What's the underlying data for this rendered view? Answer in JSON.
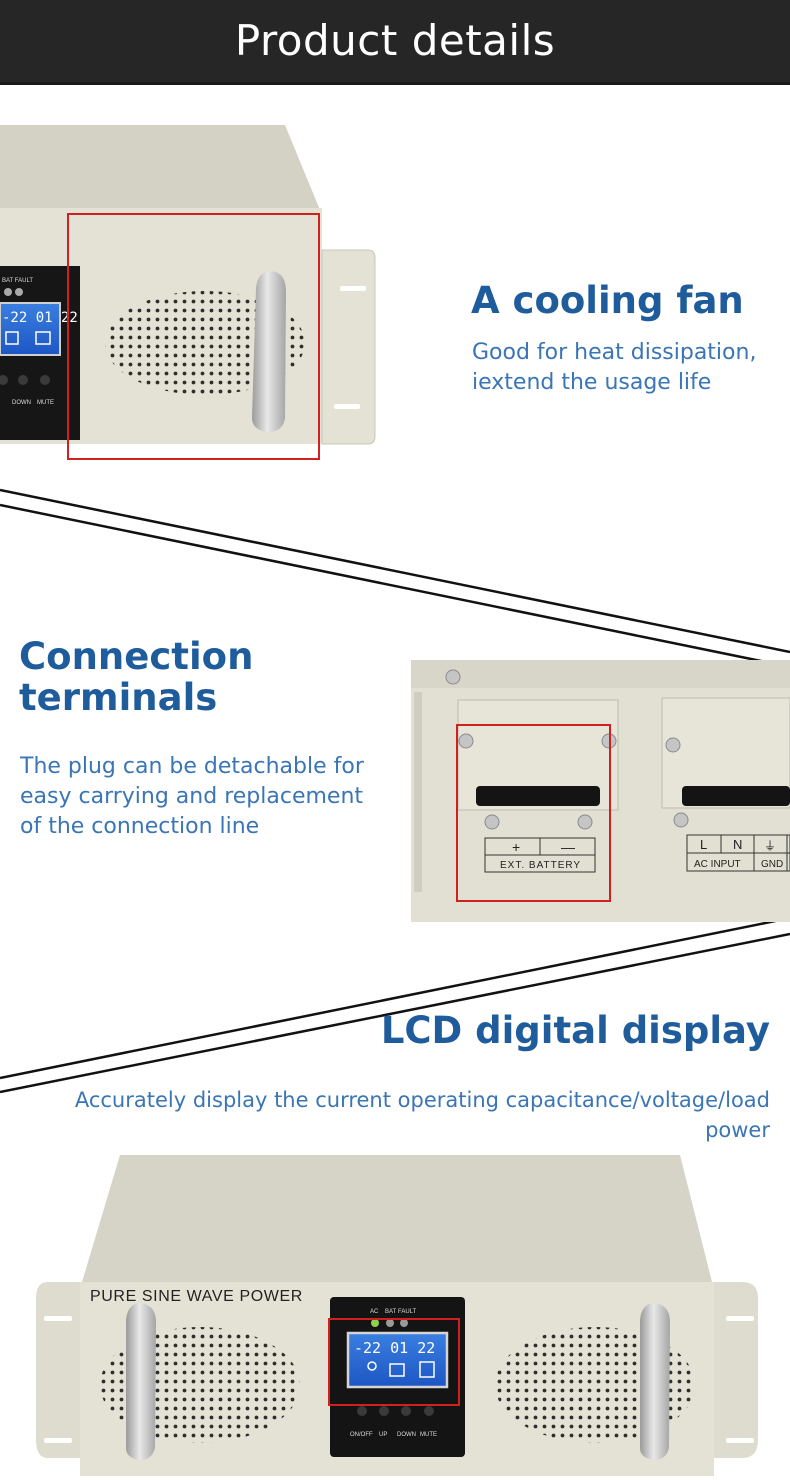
{
  "header": {
    "title": "Product details"
  },
  "sections": [
    {
      "title": "A cooling fan",
      "desc_line1": "Good for heat dissipation,",
      "desc_line2": "iextend the usage life"
    },
    {
      "title_line1": "Connection",
      "title_line2": "terminals",
      "desc_line1": "The plug can be detachable for",
      "desc_line2": "easy carrying and replacement",
      "desc_line3": "of the connection line"
    },
    {
      "title": "LCD digital display",
      "desc_line1": "Accurately display the current operating capacitance/voltage/load",
      "desc_line2": "power"
    }
  ],
  "device": {
    "brand_label": "PURE SINE WAVE POWER",
    "indicators": [
      "AC",
      "BAT",
      "FAULT"
    ],
    "buttons": [
      "ON/OFF",
      "UP",
      "DOWN",
      "MUTE"
    ],
    "lcd_reading": "-22 01 22",
    "lcd_reading_short": "-22"
  },
  "terminals": {
    "plus": "+",
    "minus": "—",
    "battery_label": "EXT. BATTERY",
    "l_label": "L",
    "n_label": "N",
    "ac_input_label": "AC INPUT",
    "gnd_label": "GND",
    "gnd_symbol": "⏚"
  },
  "colors": {
    "header_bg": "#262626",
    "heading_blue": "#1f5c9c",
    "text_blue": "#3a75b5",
    "highlight_red": "#d21f1f",
    "panel_beige": "#e6e4d6"
  }
}
